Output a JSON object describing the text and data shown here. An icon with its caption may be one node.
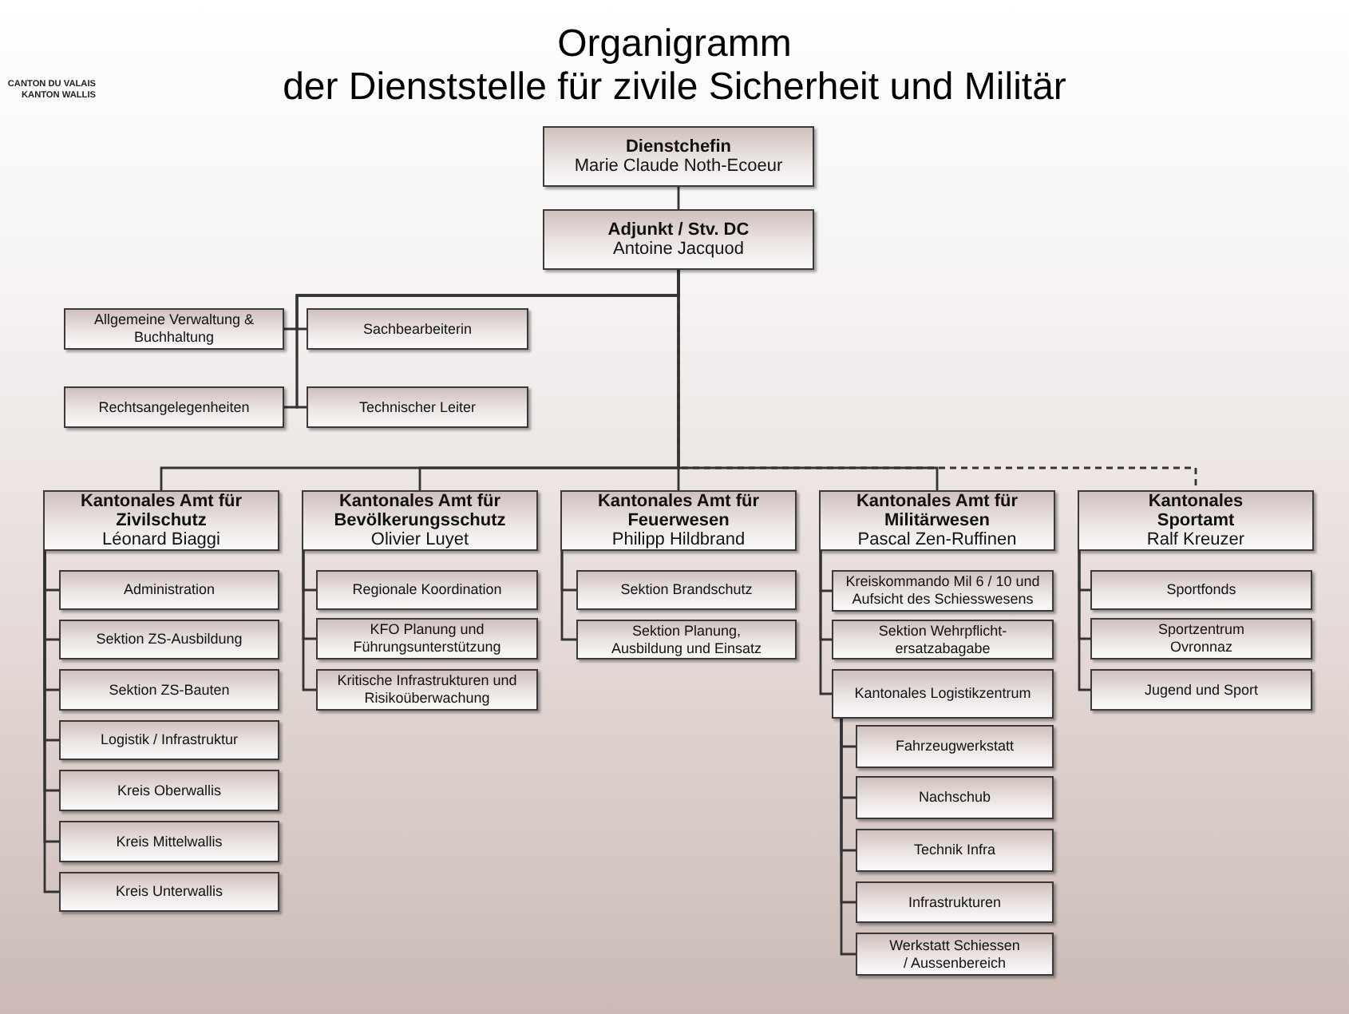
{
  "diagram": {
    "title": "Organigramm der Dienststelle für zivile Sicherheit und Militär",
    "nodes": [
      {
        "text": [
          "Dienstchefin",
          "Marie Claude Noth-Ecoeur"
        ]
      },
      {
        "text": [
          "Adjunkt / Stv. DC",
          "Antoine Jacquod"
        ]
      },
      {
        "text": [
          "Allgemeine Verwaltung & Buchhaltung"
        ]
      },
      {
        "text": [
          "Sachbearbeiterin"
        ]
      },
      {
        "text": [
          "Rechtsangelegenheiten"
        ]
      },
      {
        "text": [
          "Technischer Leiter"
        ]
      },
      {
        "text": [
          "Kantonales Amt für Zivilschutz",
          "Léonard Biaggi"
        ]
      },
      {
        "text": [
          "Kantonales Amt für Bevölkerungsschutz",
          "Olivier Luyet"
        ]
      },
      {
        "text": [
          "Kantonales Amt für Feuerwesen",
          "Philipp Hildbrand"
        ]
      },
      {
        "text": [
          "Kantonales Amt für Militärwesen",
          "Pascal Zen-Ruffinen"
        ]
      },
      {
        "text": [
          "Kantonales Sportamt",
          "Ralf Kreuzer"
        ]
      },
      {
        "text": [
          "Administration"
        ]
      },
      {
        "text": [
          "Sektion ZS-Ausbildung"
        ]
      },
      {
        "text": [
          "Sektion ZS-Bauten"
        ]
      },
      {
        "text": [
          "Logistik / Infrastruktur"
        ]
      },
      {
        "text": [
          "Kreis Oberwallis"
        ]
      },
      {
        "text": [
          "Kreis Mittelwallis"
        ]
      },
      {
        "text": [
          "Kreis Unterwallis"
        ]
      },
      {
        "text": [
          "Regionale Koordination"
        ]
      },
      {
        "text": [
          "KFO Planung und Führungsunterstützung"
        ]
      },
      {
        "text": [
          "Kritische Infrastrukturen und Risikoüberwachung"
        ]
      },
      {
        "text": [
          "Sektion Brandschutz"
        ]
      },
      {
        "text": [
          "Sektion Planung, Ausbildung und Einsatz"
        ]
      },
      {
        "text": [
          "Kreiskommando Mil 6 / 10 und Aufsicht des Schiesswesens"
        ]
      },
      {
        "text": [
          "Sektion Wehrpflicht- ersatzabagabe"
        ]
      },
      {
        "text": [
          "Kantonales Logistikzentrum"
        ]
      },
      {
        "text": [
          "Fahrzeugwerkstatt"
        ]
      },
      {
        "text": [
          "Nachschub"
        ]
      },
      {
        "text": [
          "Technik Infra"
        ]
      },
      {
        "text": [
          "Infrastrukturen"
        ]
      },
      {
        "text": [
          "Werkstatt Schiessen / Aussenbereich"
        ]
      },
      {
        "text": [
          "Sportfonds"
        ]
      },
      {
        "text": [
          "Sportzentrum Ovronnaz"
        ]
      },
      {
        "text": [
          "Jugend und Sport"
        ]
      }
    ],
    "edges": [
      {
        "from": 0,
        "to": 1,
        "arrow": "none"
      },
      {
        "from": 1,
        "to": 2,
        "arrow": "none"
      },
      {
        "from": 1,
        "to": 3,
        "arrow": "none"
      },
      {
        "from": 1,
        "to": 4,
        "arrow": "none"
      },
      {
        "from": 1,
        "to": 5,
        "arrow": "none"
      },
      {
        "from": 1,
        "to": 6,
        "arrow": "none"
      },
      {
        "from": 1,
        "to": 7,
        "arrow": "none"
      },
      {
        "from": 1,
        "to": 8,
        "arrow": "none"
      },
      {
        "from": 1,
        "to": 9,
        "arrow": "none"
      },
      {
        "from": 1,
        "to": 10,
        "arrow": "none",
        "style": "dashed"
      },
      {
        "from": 6,
        "to": 11,
        "arrow": "none"
      },
      {
        "from": 6,
        "to": 12,
        "arrow": "none"
      },
      {
        "from": 6,
        "to": 13,
        "arrow": "none"
      },
      {
        "from": 6,
        "to": 14,
        "arrow": "none"
      },
      {
        "from": 6,
        "to": 15,
        "arrow": "none"
      },
      {
        "from": 6,
        "to": 16,
        "arrow": "none"
      },
      {
        "from": 6,
        "to": 17,
        "arrow": "none"
      },
      {
        "from": 7,
        "to": 18,
        "arrow": "none"
      },
      {
        "from": 7,
        "to": 19,
        "arrow": "none"
      },
      {
        "from": 7,
        "to": 20,
        "arrow": "none"
      },
      {
        "from": 8,
        "to": 21,
        "arrow": "none"
      },
      {
        "from": 8,
        "to": 22,
        "arrow": "none"
      },
      {
        "from": 9,
        "to": 23,
        "arrow": "none"
      },
      {
        "from": 9,
        "to": 24,
        "arrow": "none"
      },
      {
        "from": 9,
        "to": 25,
        "arrow": "none"
      },
      {
        "from": 25,
        "to": 26,
        "arrow": "none"
      },
      {
        "from": 25,
        "to": 27,
        "arrow": "none"
      },
      {
        "from": 25,
        "to": 28,
        "arrow": "none"
      },
      {
        "from": 25,
        "to": 29,
        "arrow": "none"
      },
      {
        "from": 25,
        "to": 30,
        "arrow": "none"
      },
      {
        "from": 10,
        "to": 31,
        "arrow": "none"
      },
      {
        "from": 10,
        "to": 32,
        "arrow": "none"
      },
      {
        "from": 10,
        "to": 33,
        "arrow": "none"
      }
    ],
    "labels": [
      "CANTON DU VALAIS",
      "KANTON WALLIS"
    ]
  }
}
